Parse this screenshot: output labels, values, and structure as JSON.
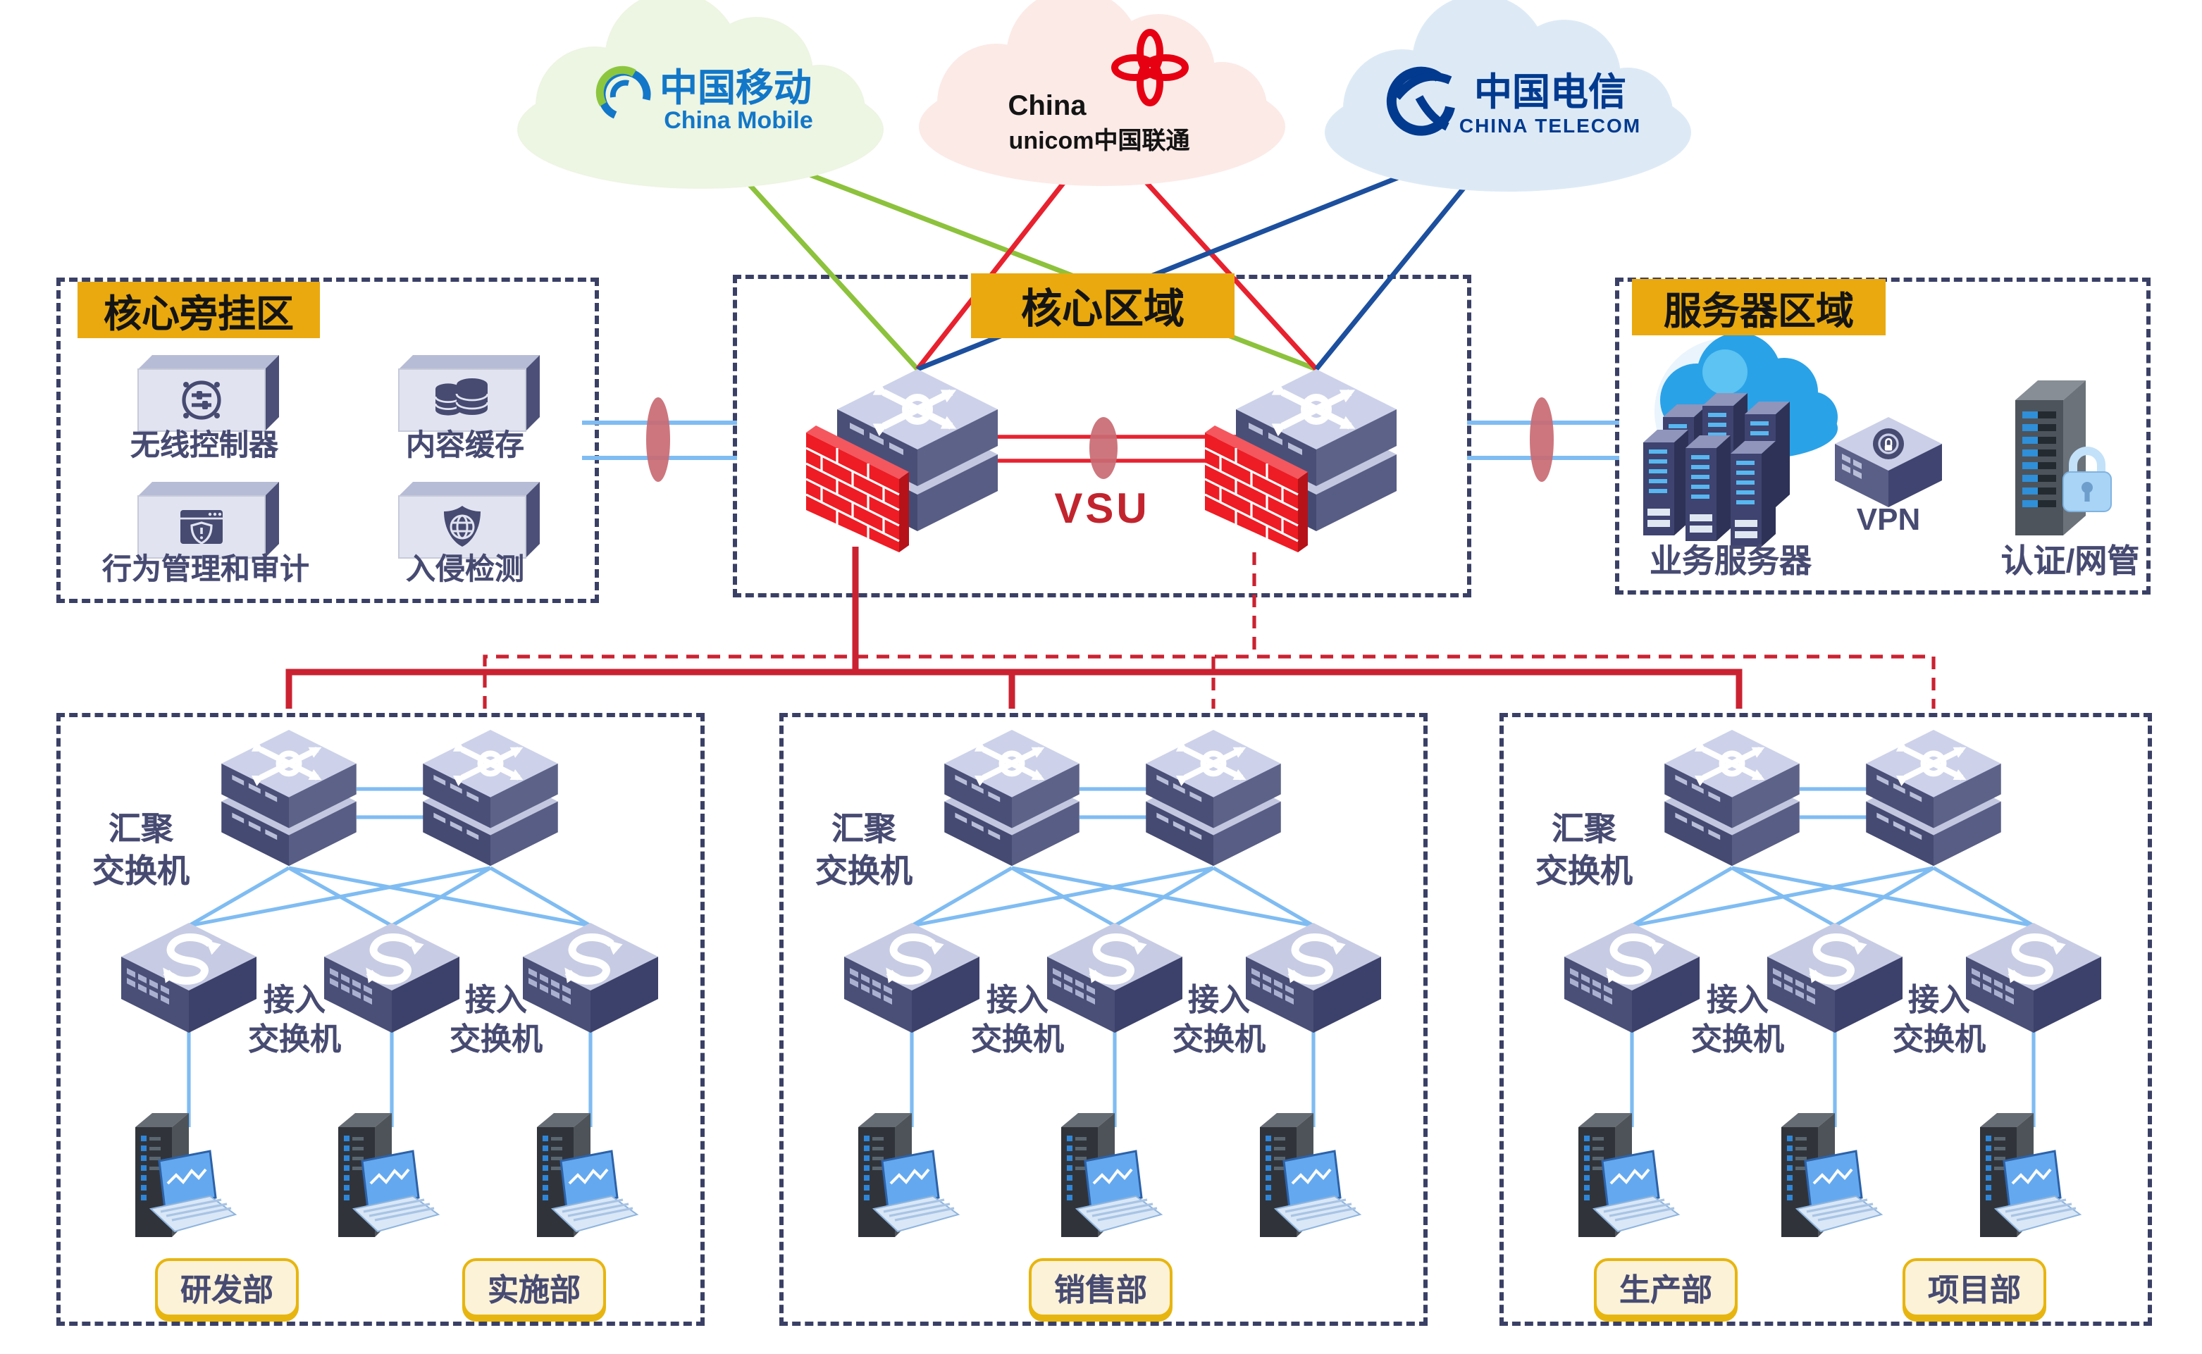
{
  "diagram_title": "enterprise-campus-network-topology",
  "isp": {
    "mobile": {
      "cn": "中国移动",
      "en": "China Mobile"
    },
    "unicom": {
      "en1": "China",
      "en2": "unicom中国联通"
    },
    "telecom": {
      "cn": "中国电信",
      "en": "CHINA TELECOM"
    }
  },
  "badges": {
    "core_side": "核心旁挂区",
    "core": "核心区域",
    "server": "服务器区域"
  },
  "core_side": {
    "appliances": [
      "无线控制器",
      "内容缓存",
      "行为管理和审计",
      "入侵检测"
    ]
  },
  "core": {
    "vsu": "VSU"
  },
  "server": {
    "servers": "业务服务器",
    "vpn": "VPN",
    "auth": "认证/网管"
  },
  "dept_zones": [
    {
      "agg": [
        "汇聚",
        "交换机"
      ],
      "access_labels": [
        [
          "接入",
          "交换机"
        ],
        [
          "接入",
          "交换机"
        ]
      ],
      "depts": [
        "研发部",
        "实施部"
      ]
    },
    {
      "agg": [
        "汇聚",
        "交换机"
      ],
      "access_labels": [
        [
          "接入",
          "交换机"
        ],
        [
          "接入",
          "交换机"
        ]
      ],
      "depts": [
        "销售部"
      ]
    },
    {
      "agg": [
        "汇聚",
        "交换机"
      ],
      "access_labels": [
        [
          "接入",
          "交换机"
        ],
        [
          "接入",
          "交换机"
        ]
      ],
      "depts": [
        "生产部",
        "项目部"
      ]
    }
  ],
  "colors": {
    "badge_gold": "#e9a90f",
    "zone_border_navy": "#3a4065",
    "label_navy": "#474b72",
    "link_red": "#d5242e",
    "firewall_red": "#ee1c24",
    "link_blue_light": "#7fbcf2",
    "mobile_link_green": "#8cc23c",
    "unicom_link_red": "#e8212f",
    "telecom_link_blue": "#1c4f9e",
    "vsu_ellipse_rose": "#c96a73",
    "dept_pill_fill": "#fcf2d8",
    "dept_pill_border": "#e7b50f"
  }
}
